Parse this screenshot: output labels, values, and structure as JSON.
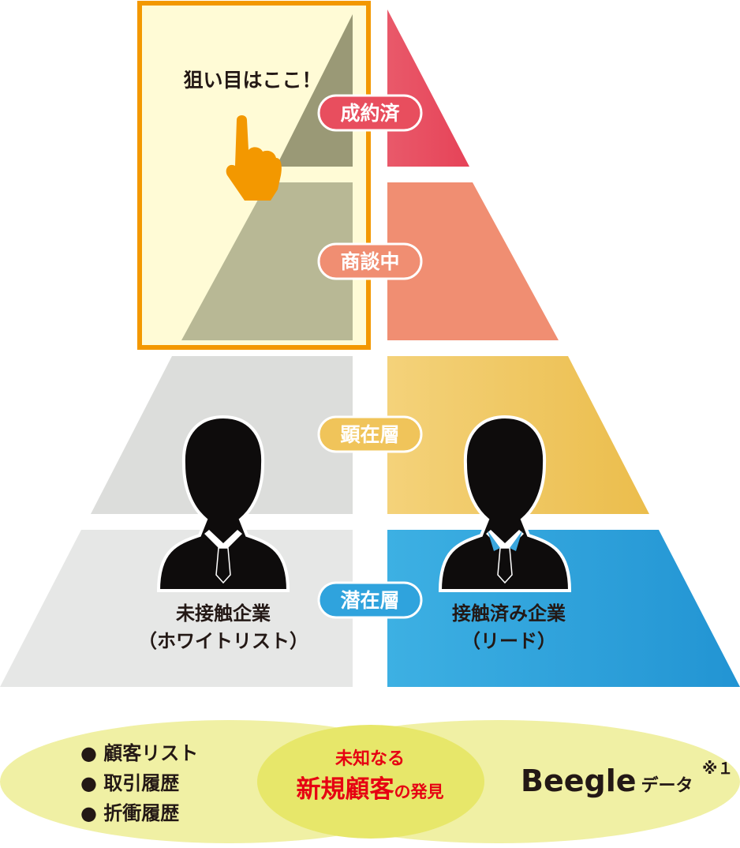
{
  "callout": {
    "label": "狙い目はここ！",
    "icon": "pointing-hand-icon"
  },
  "tiers": [
    {
      "label": "成約済",
      "color": "#e84e5e"
    },
    {
      "label": "商談中",
      "color": "#f08e72"
    },
    {
      "label": "顕在層",
      "color": "#f0c45a"
    },
    {
      "label": "潜在層",
      "color": "#2fa3dd"
    }
  ],
  "left_group": {
    "title": "未接触企業",
    "subtitle": "（ホワイトリスト）",
    "icon": "businessman-icon"
  },
  "right_group": {
    "title": "接触済み企業",
    "subtitle": "（リード）",
    "icon": "businessman-icon"
  },
  "venn": {
    "left_items": [
      "● 顧客リスト",
      "● 取引履歴",
      "● 折衝履歴"
    ],
    "center_line1": "未知なる",
    "center_line2_big": "新規顧客",
    "center_line2_small": "の発見",
    "right_brand": "Beegle",
    "right_suffix": "データ",
    "note": "※１"
  },
  "colors": {
    "highlight_border": "#f39800",
    "highlight_fill": "#fffbd6",
    "accent_red": "#e60012"
  }
}
